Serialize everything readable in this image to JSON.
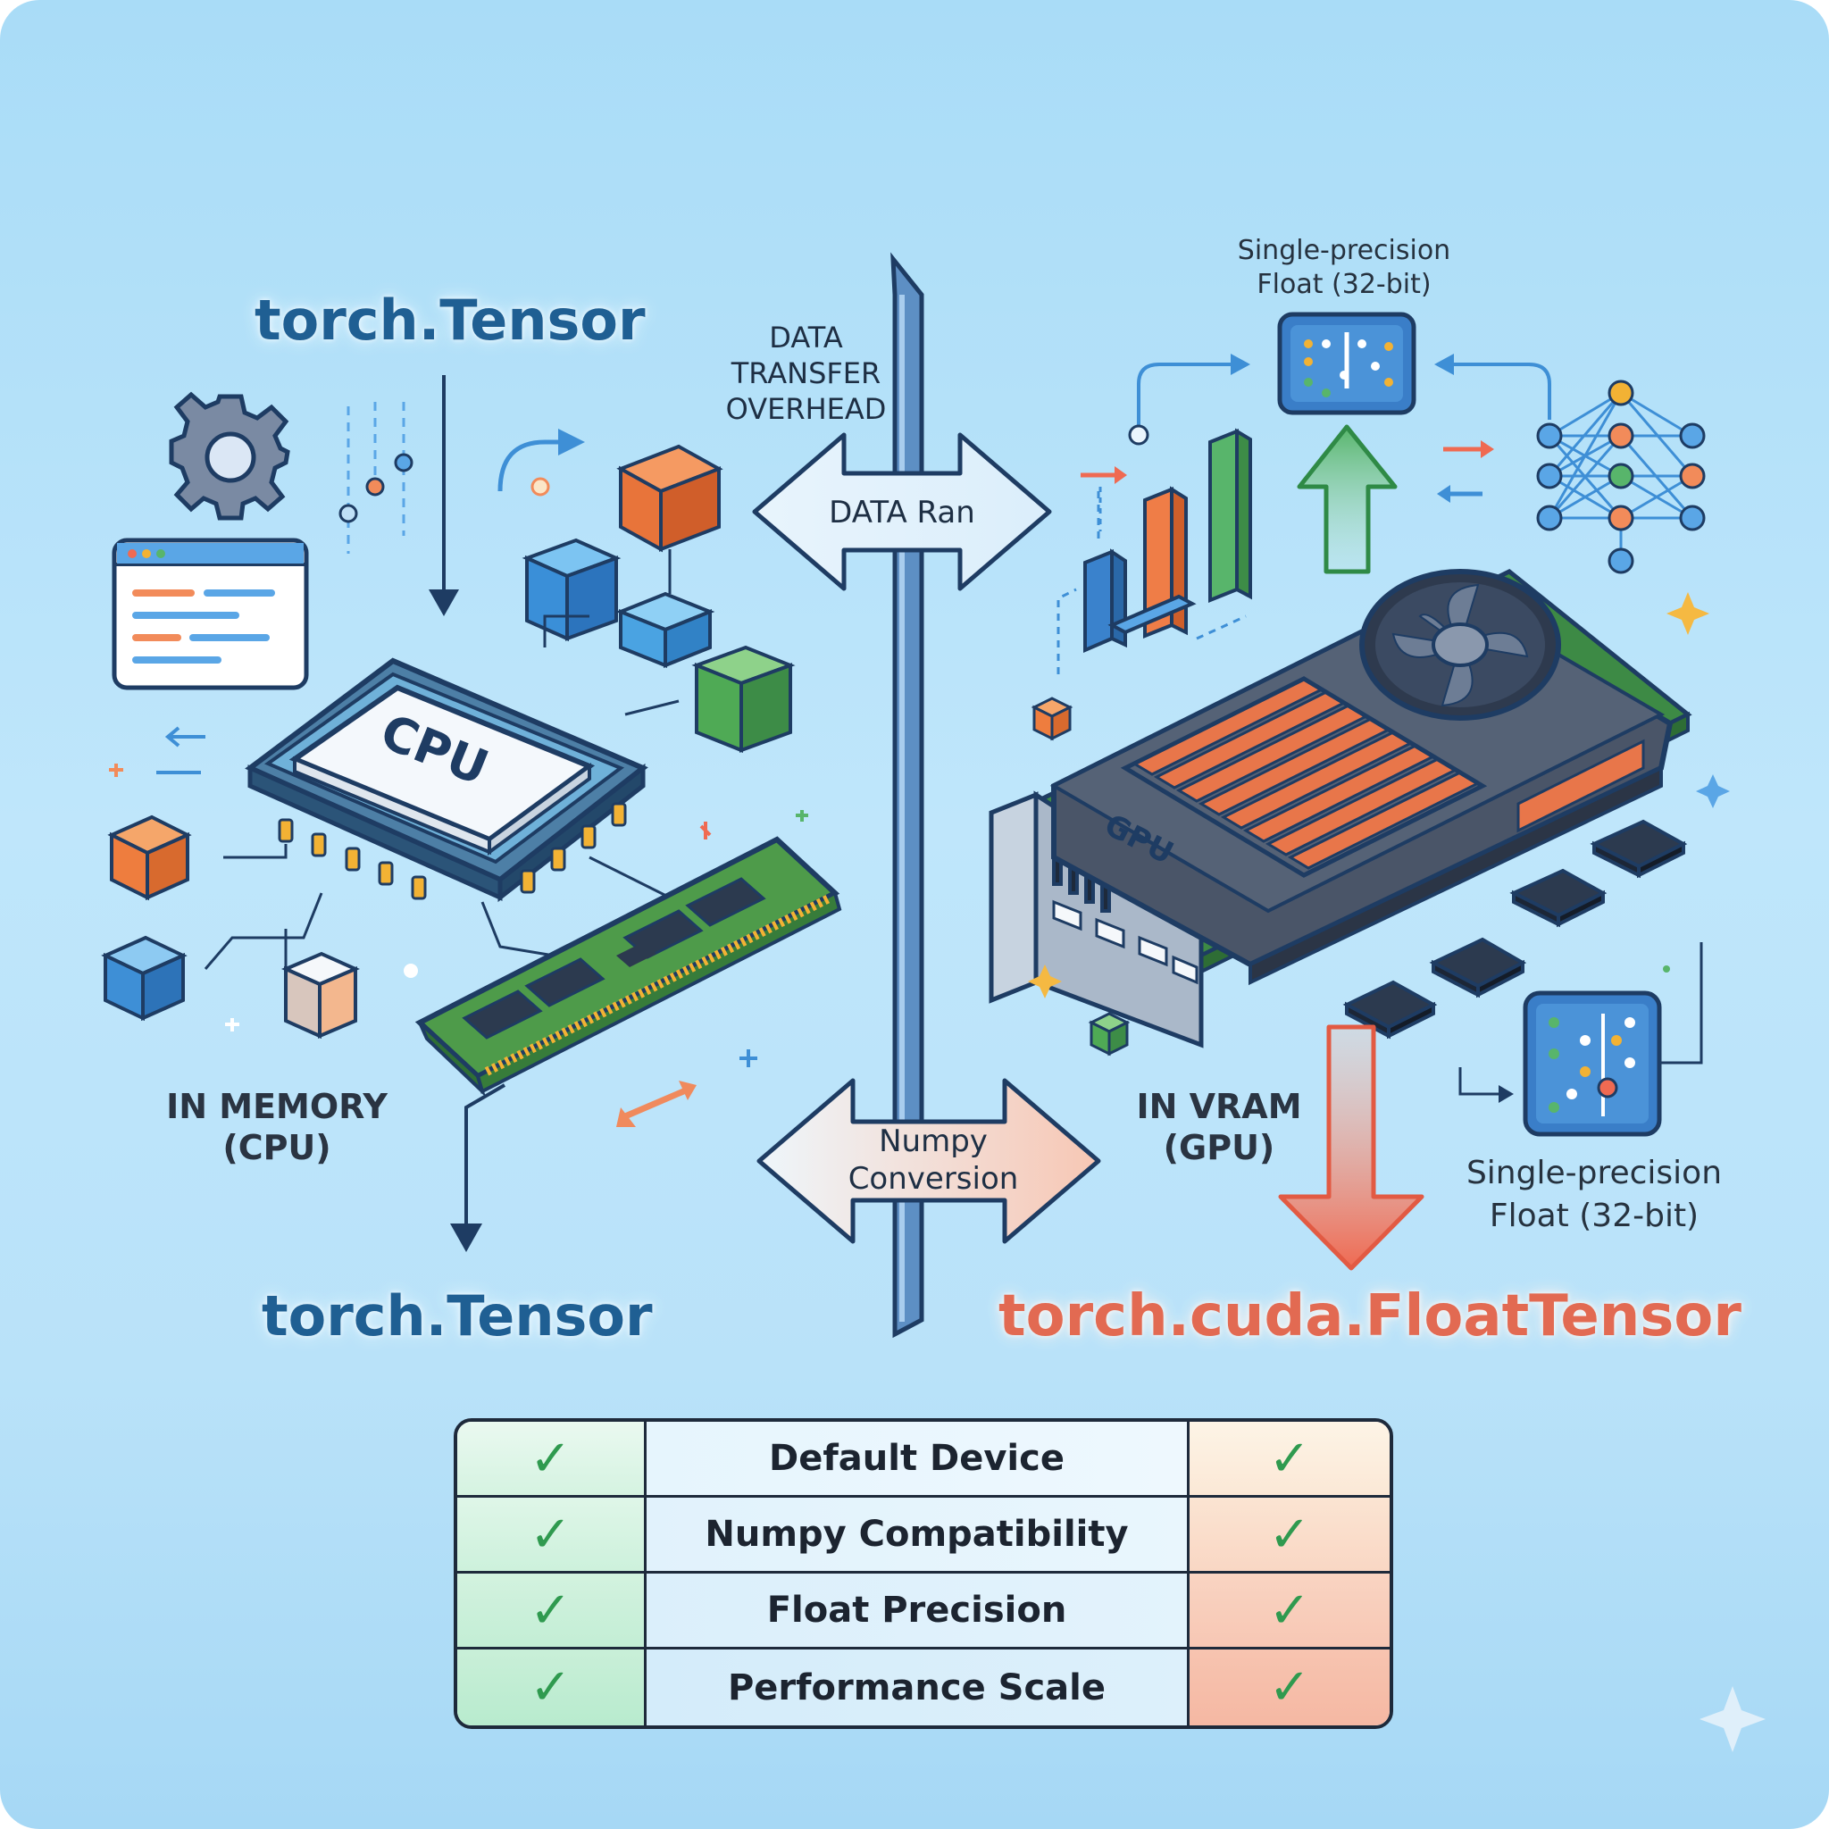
{
  "titles": {
    "top_left": "torch.Tensor",
    "bottom_left": "torch.Tensor",
    "bottom_right": "torch.cuda.FloatTensor"
  },
  "labels": {
    "overhead": [
      "DATA",
      "TRANSFER",
      "OVERHEAD"
    ],
    "data_arrow": "DATA Ran",
    "numpy_arrow": [
      "Numpy",
      "Conversion"
    ],
    "in_memory": [
      "IN MEMORY",
      "(CPU)"
    ],
    "in_vram": [
      "IN VRAM",
      "(GPU)"
    ],
    "precision_top": [
      "Single-precision",
      "Float (32-bit)"
    ],
    "precision_bottom": [
      "Single-precision",
      "Float (32-bit)"
    ],
    "cpu_chip": "CPU",
    "gpu_card": "GPU"
  },
  "table": {
    "rows": [
      {
        "label": "Default Device",
        "left": "✓",
        "right": "✓"
      },
      {
        "label": "Numpy Compatibility",
        "left": "✓",
        "right": "✓"
      },
      {
        "label": "Float Precision",
        "left": "✓",
        "right": "✓"
      },
      {
        "label": "Performance Scale",
        "left": "✓",
        "right": "✓"
      }
    ]
  },
  "colors": {
    "blue_title": "#1f5f93",
    "red_title": "#e26a52",
    "check_green": "#2f9a4f",
    "background": "#b9e2f9"
  }
}
